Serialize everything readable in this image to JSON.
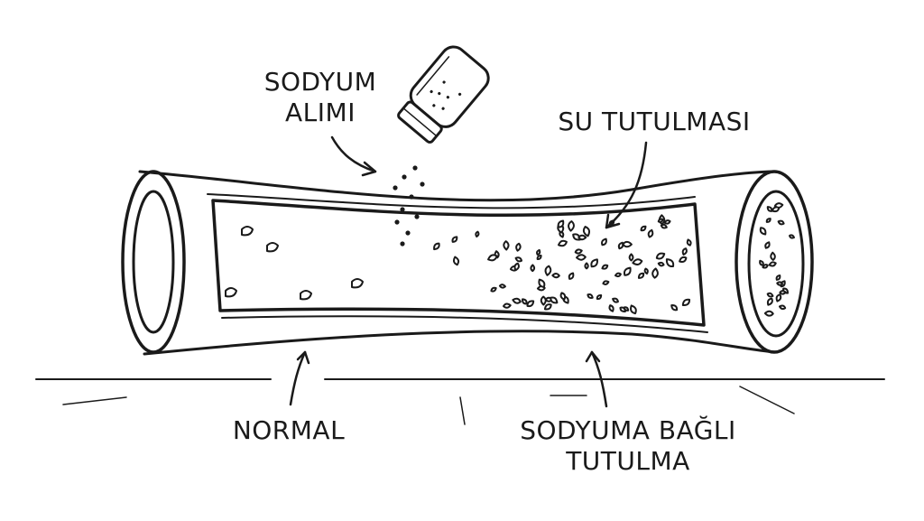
{
  "labels": {
    "sodium_intake_line1": "SODYUM",
    "sodium_intake_line2": "ALIMI",
    "water_retention": "SU TUTULMASI",
    "normal": "NORMAL",
    "sodium_retention_line1": "SODYUMA BAĞLI",
    "sodium_retention_line2": "TUTULMA"
  },
  "colors": {
    "ink": "#1a1a1a",
    "paper": "#ffffff"
  },
  "icons": {
    "shaker": "salt-shaker-icon"
  }
}
